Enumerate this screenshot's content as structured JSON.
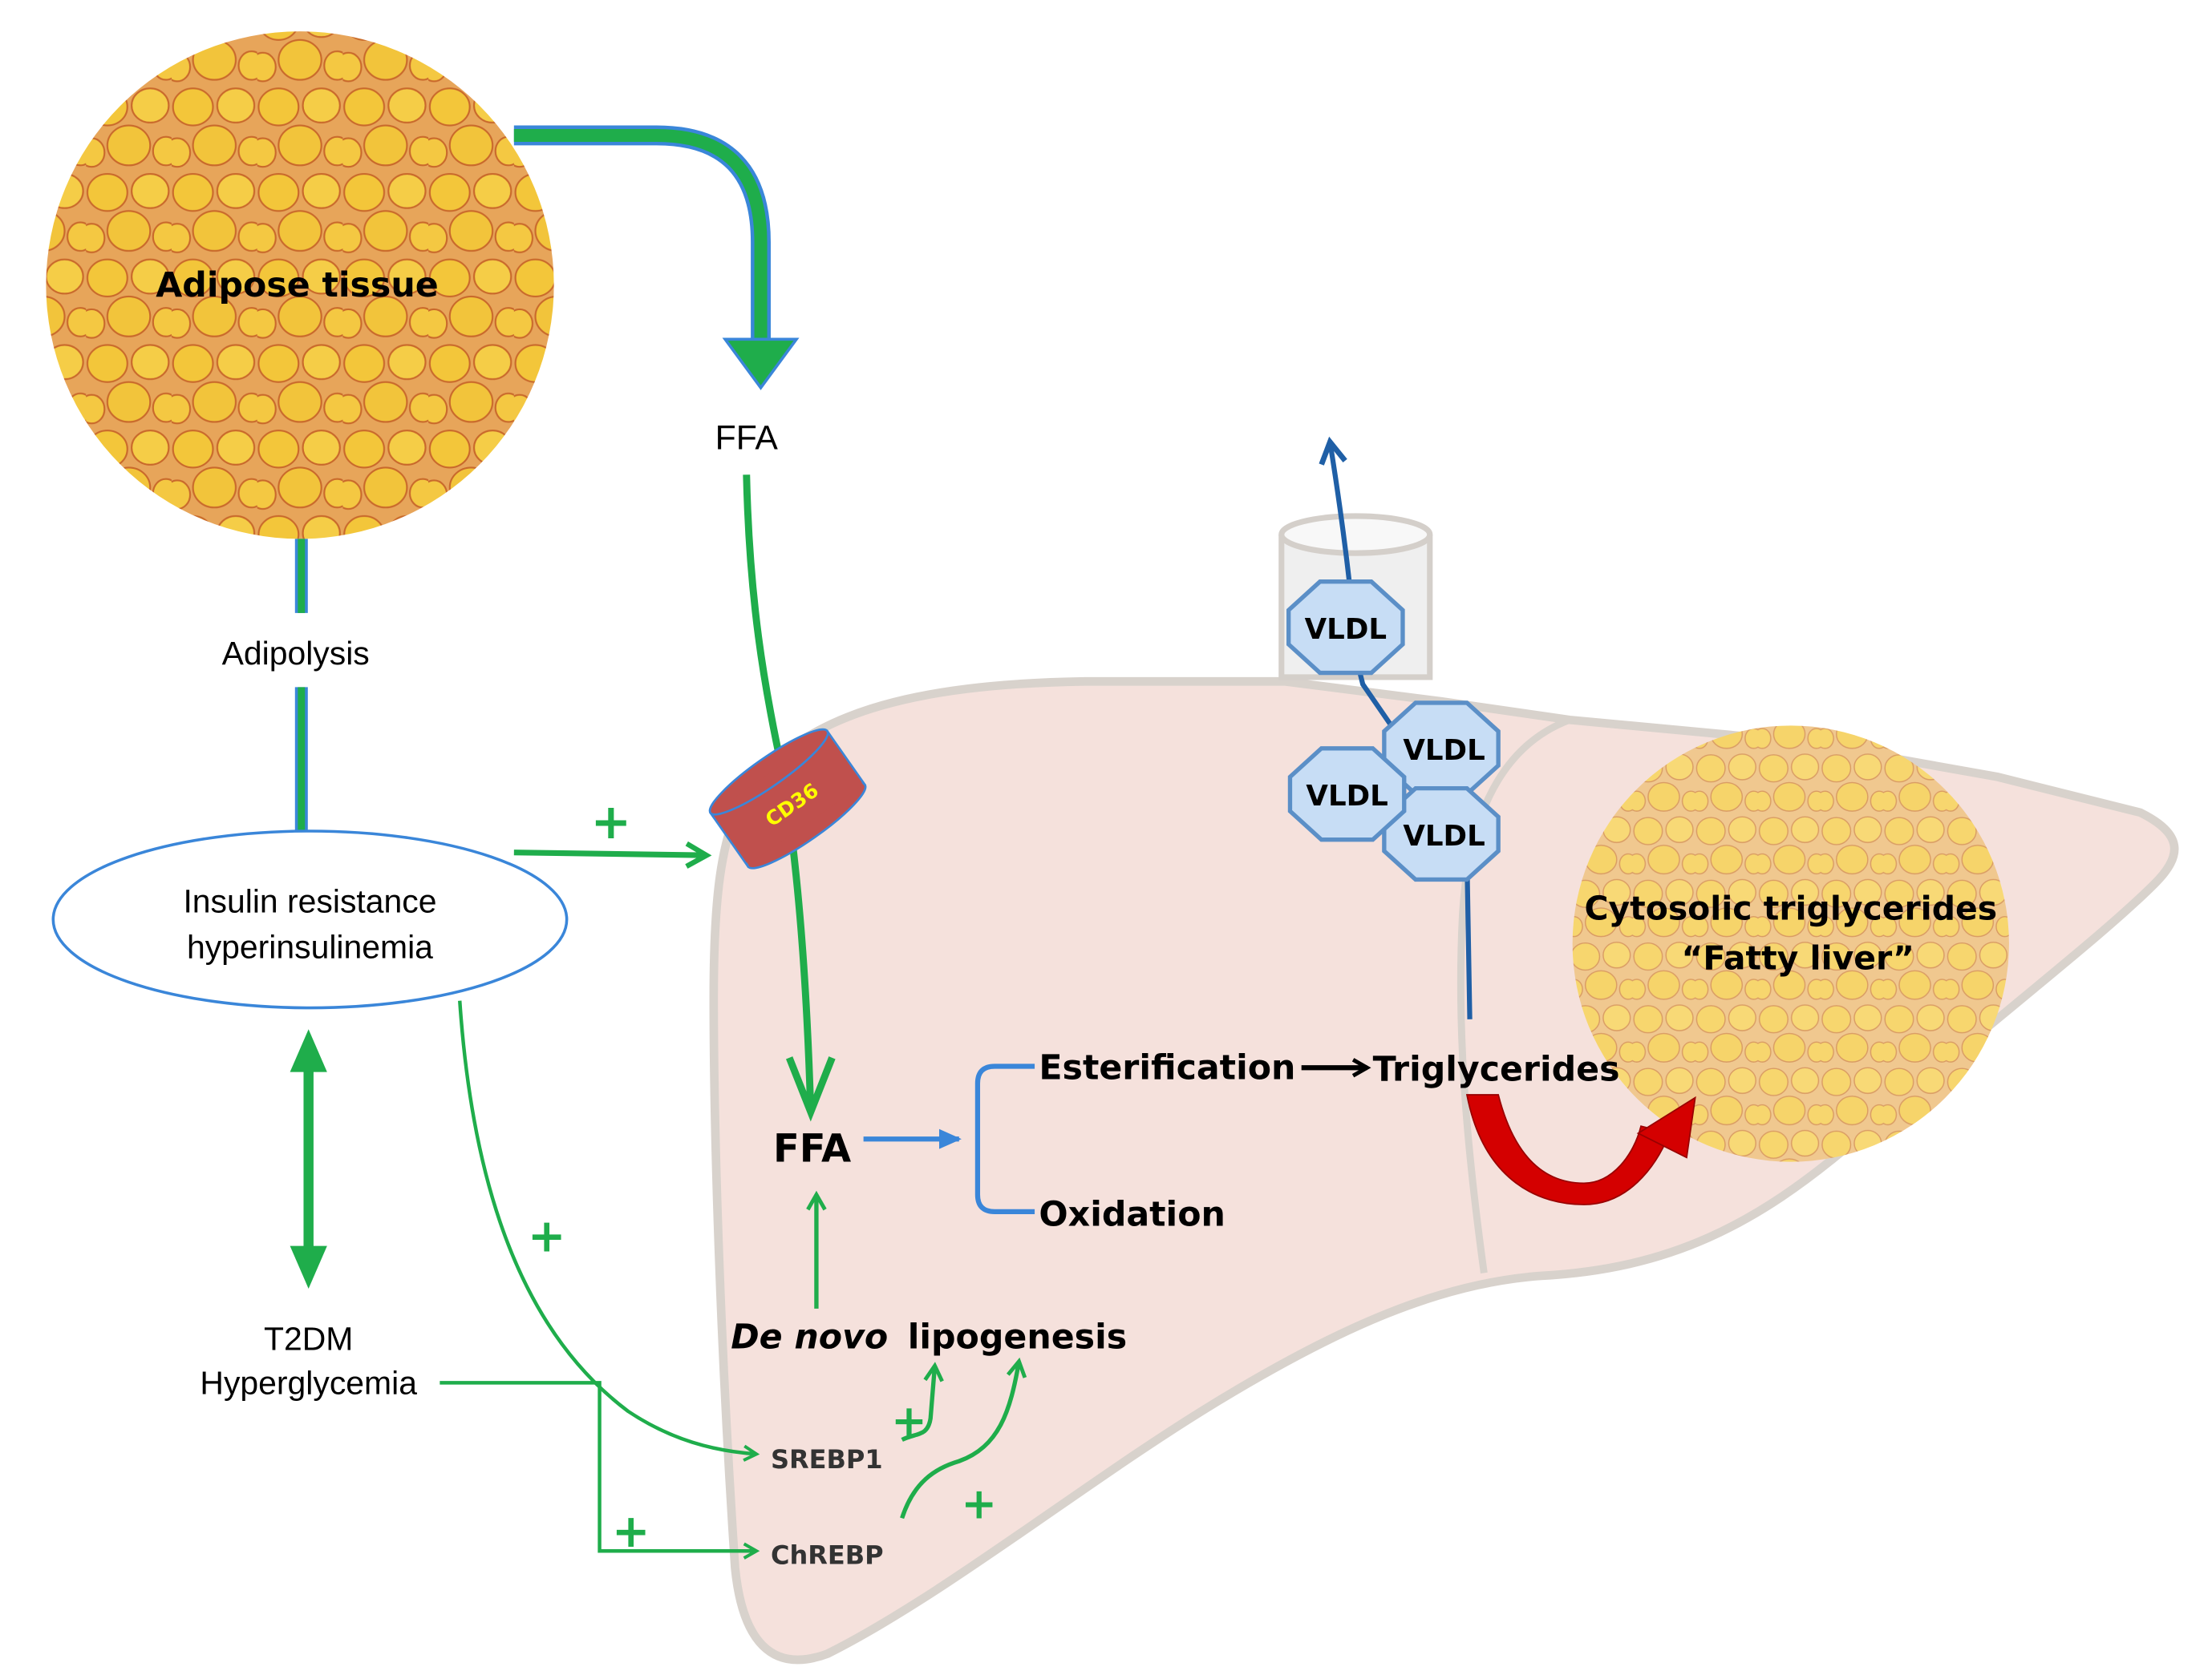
{
  "diagram": {
    "adipose": {
      "label": "Adipose tissue"
    },
    "labels": {
      "ffa_top": "FFA",
      "adipolysis": "Adipolysis",
      "insulin_line1": "Insulin resistance",
      "insulin_line2": "hyperinsulinemia",
      "t2dm_line1": "T2DM",
      "t2dm_line2": "Hyperglycemia",
      "cd36": "CD36",
      "ffa_liver": "FFA",
      "esterification": "Esterification",
      "oxidation": "Oxidation",
      "triglycerides": "Triglycerides",
      "de_novo": "De novo",
      "lipogenesis": "lipogenesis",
      "srebp1": "SREBP1",
      "chrebp": "ChREBP",
      "fatty_line1": "Cytosolic triglycerides",
      "fatty_line2": "“Fatty liver”",
      "plus": "+"
    },
    "vldl": [
      "VLDL",
      "VLDL",
      "VLDL",
      "VLDL"
    ],
    "colors": {
      "green": "#1fad4b",
      "blue": "#3a86d9",
      "dark_blue": "#1f5fa6",
      "liver_fill": "#f5e1dc",
      "liver_edge": "#d8d2cc",
      "cd36_fill": "#c0504d",
      "cd36_text": "#ffff00",
      "vldl_fill": "#c7ddf5",
      "vldl_edge": "#5b8fc7",
      "red_arrow": "#d40000",
      "fat_yellow": "#f3c63a",
      "fat_edge": "#d4762f"
    }
  }
}
